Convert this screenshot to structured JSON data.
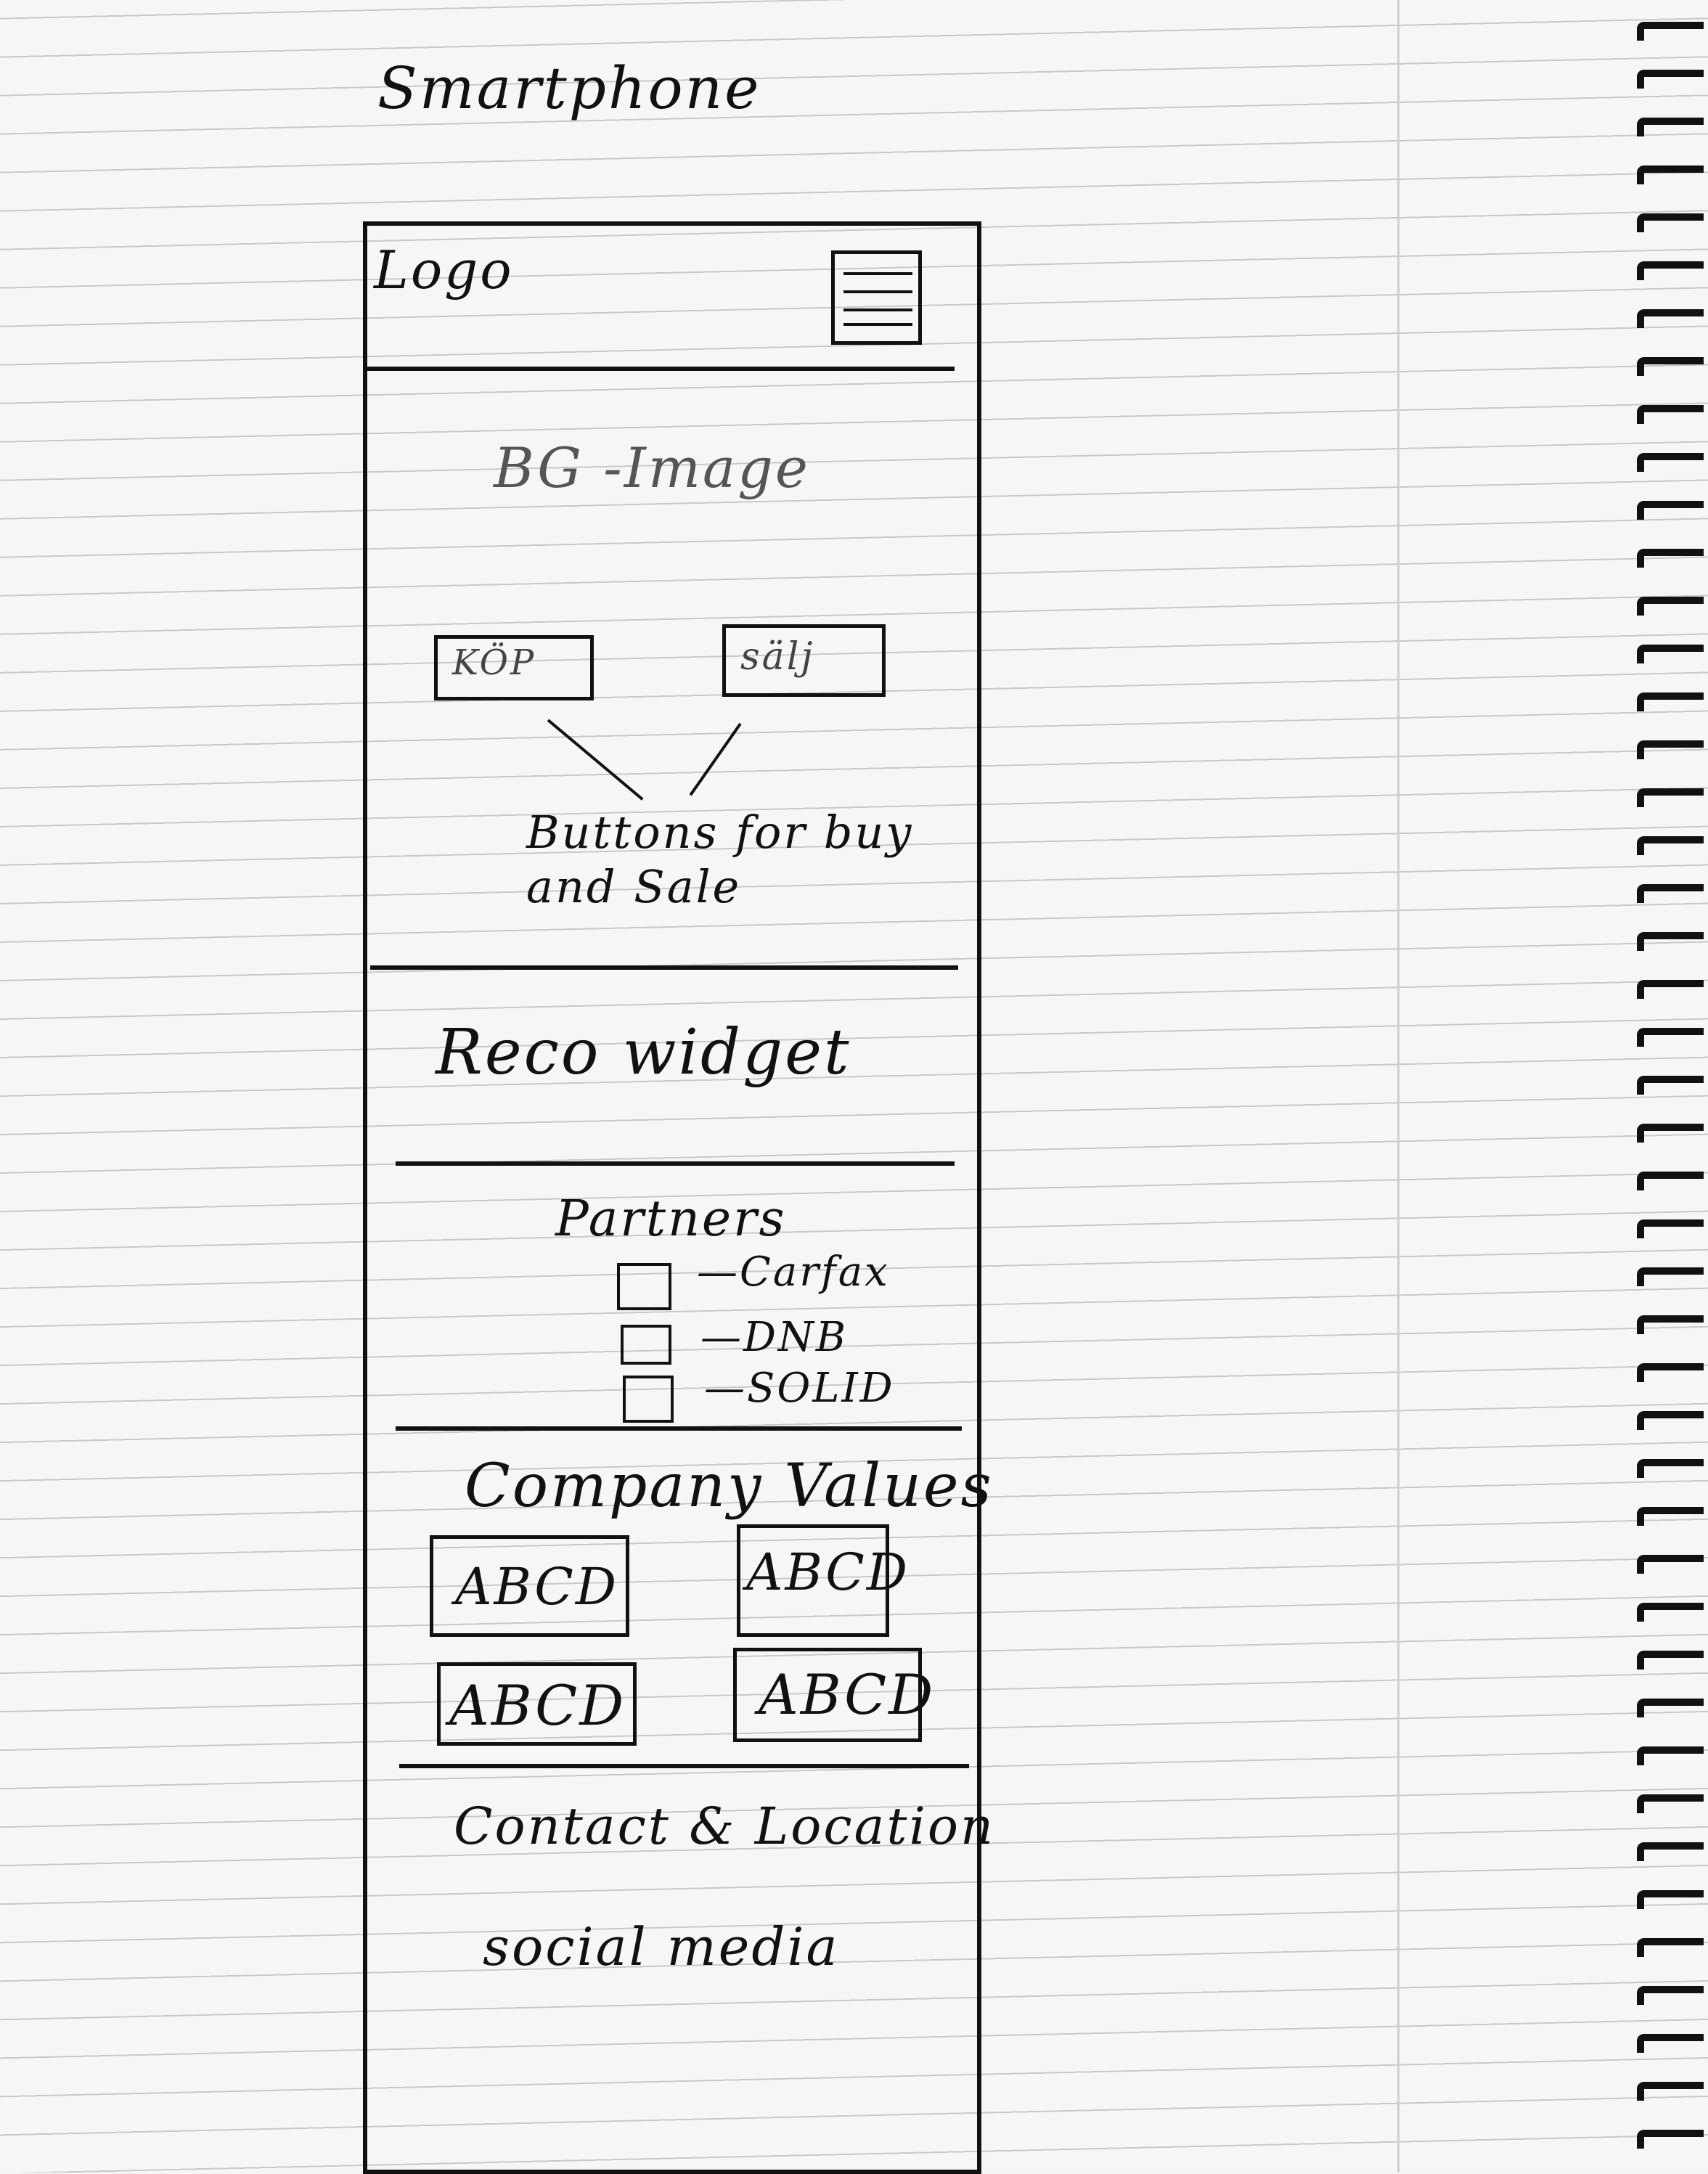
{
  "page_title": "Smartphone",
  "header": {
    "logo": "Logo",
    "menu_icon": "hamburger-menu-icon"
  },
  "hero": {
    "background_label": "BG -Image",
    "buy_button": "KÖP",
    "sell_button": "sälj",
    "annotation_line1": "Buttons for buy",
    "annotation_line2": "and Sale"
  },
  "reco": {
    "title": "Reco widget"
  },
  "partners": {
    "title": "Partners",
    "items": [
      {
        "name": "—Carfax"
      },
      {
        "name": "—DNB"
      },
      {
        "name": "—SOLID"
      }
    ]
  },
  "values": {
    "title": "Company Values",
    "cards": [
      "ABCD",
      "ABCD",
      "ABCD",
      "ABCD"
    ]
  },
  "footer": {
    "contact": "Contact & Location",
    "social": "social media"
  }
}
